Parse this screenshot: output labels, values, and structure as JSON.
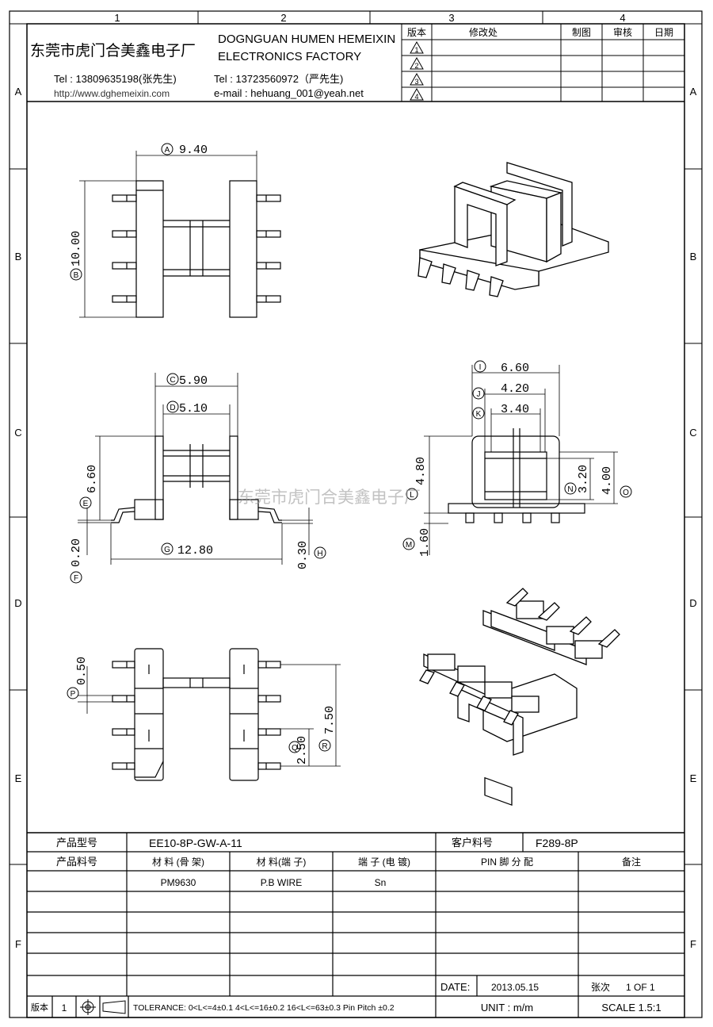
{
  "grid": {
    "cols": [
      "1",
      "2",
      "3",
      "4"
    ],
    "rows": [
      "A",
      "B",
      "C",
      "D",
      "E",
      "F"
    ]
  },
  "header": {
    "company_cn": "东莞市虎门合美鑫电子厂",
    "company_en_1": "DOGNGUAN HUMEN HEMEIXIN",
    "company_en_2": "ELECTRONICS FACTORY",
    "tel_1": "Tel : 13809635198(张先生)",
    "tel_2": "Tel : 13723560972（严先生)",
    "website": "http://www.dghemeixin.com",
    "email": "e-mail : hehuang_001@yeah.net"
  },
  "revision_table": {
    "headers": [
      "版本",
      "修改处",
      "制图",
      "审核",
      "日期"
    ],
    "versions": [
      "1",
      "2",
      "3",
      "4"
    ]
  },
  "dims": {
    "A": "A",
    "A_val": "9.40",
    "B": "B",
    "B_val": "10.00",
    "C": "C",
    "C_val": "5.90",
    "D": "D",
    "D_val": "5.10",
    "E": "E",
    "E_val": "6.60",
    "F": "F",
    "F_val": "0.20",
    "G": "G",
    "G_val": "12.80",
    "H": "H",
    "H_val": "0.30",
    "I": "I",
    "I_val": "6.60",
    "J": "J",
    "J_val": "4.20",
    "K": "K",
    "K_val": "3.40",
    "L": "L",
    "L_val": "4.80",
    "M": "M",
    "M_val": "1.60",
    "N": "N",
    "N_val": "3.20",
    "O": "O",
    "O_val": "4.00",
    "P": "P",
    "P_val": "0.50",
    "Q": "Q",
    "Q_val": "2.50",
    "R": "R",
    "R_val": "7.50"
  },
  "watermark": "东莞市虎门合美鑫电子厂",
  "title_block": {
    "product_model_label": "产品型号",
    "product_model": "EE10-8P-GW-A-11",
    "customer_pn_label": "客户料号",
    "customer_pn": "F289-8P",
    "product_pn_label": "产品料号",
    "col_bobbin": "材 料 (骨 架)",
    "col_pin": "材 料(端 子)",
    "col_plating": "端 子 (电 镀)",
    "col_pin_assign": "PIN 脚 分 配",
    "col_remark": "备注",
    "bobbin_material": "PM9630",
    "pin_material": "P.B WIRE",
    "plating": "Sn",
    "date_label": "DATE:",
    "date": "2013.05.15",
    "sheet_label": "张次",
    "sheet": "1 OF 1",
    "version_label": "版本",
    "version": "1",
    "tolerance": "TOLERANCE:  0<L<=4±0.1  4<L<=16±0.2  16<L<=63±0.3  Pin Pitch  ±0.2",
    "unit": "UNIT : m/m",
    "scale": "SCALE  1.5:1"
  }
}
